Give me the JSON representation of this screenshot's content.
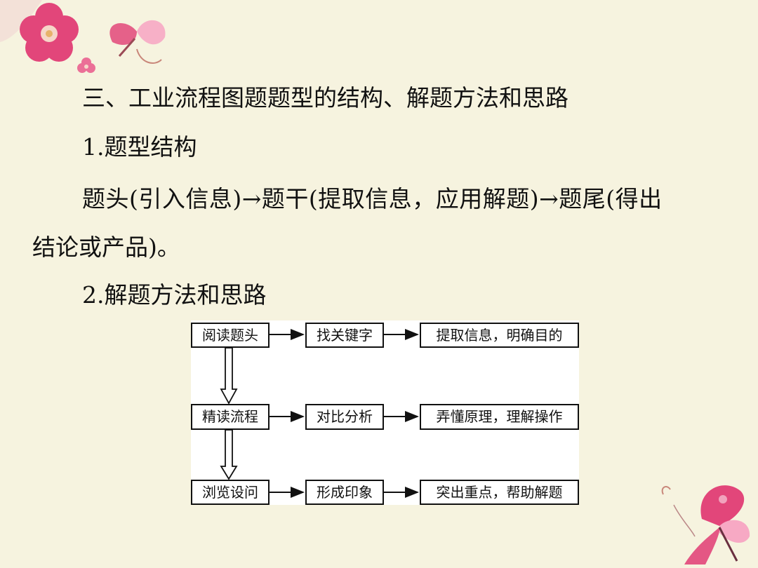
{
  "slide": {
    "heading": "三、工业流程图题题型的结构、解题方法和思路",
    "subheading1": "1.题型结构",
    "paragraph_line1": "题头(引入信息)→题干(提取信息，应用解题)→题尾(得出",
    "paragraph_line2": "结论或产品)。",
    "subheading2": "2.解题方法和思路"
  },
  "flowchart": {
    "rows": [
      {
        "step": "阅读题头",
        "action": "找关键字",
        "result": "提取信息，明确目的"
      },
      {
        "step": "精读流程",
        "action": "对比分析",
        "result": "弄懂原理，理解操作"
      },
      {
        "step": "浏览设问",
        "action": "形成印象",
        "result": "突出重点，帮助解题"
      }
    ]
  },
  "decorations": {
    "top_left": "flower-butterfly-icon",
    "bottom_right": "butterfly-icon",
    "colors": {
      "pink": "#e2467a",
      "light_pink": "#f7a9c4",
      "background": "#f6f3df"
    }
  }
}
